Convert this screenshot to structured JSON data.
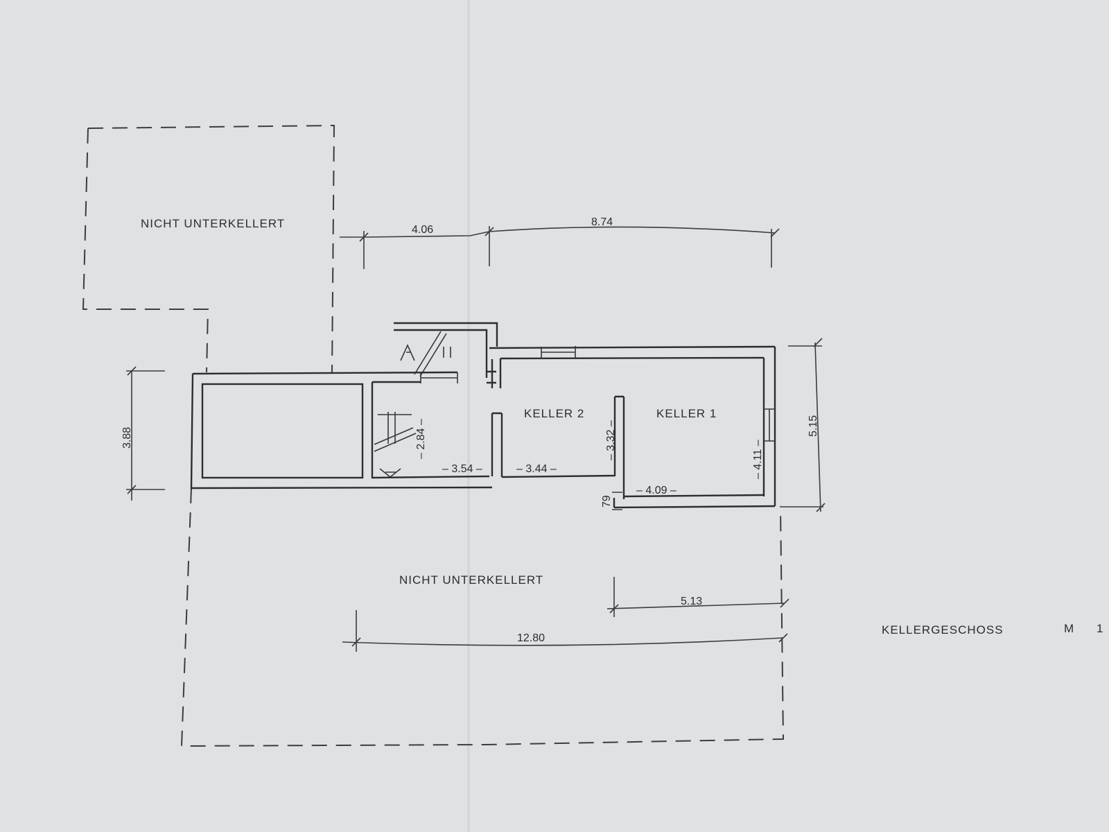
{
  "colors": {
    "paper": "#dfe1e3",
    "ink": "#2b2d30"
  },
  "labels": {
    "nicht_unterkellert_top": "NICHT UNTERKELLERT",
    "nicht_unterkellert_bottom": "NICHT UNTERKELLERT",
    "keller_2": "KELLER 2",
    "keller_1": "KELLER 1",
    "title": "KELLERGESCHOSS",
    "scale_m": "M",
    "scale_value": "1"
  },
  "dimensions": {
    "d_406": "4.06",
    "d_874": "8.74",
    "d_388": "3.88",
    "d_284": "– 2.84 –",
    "d_354": "– 3.54 –",
    "d_344": "– 3.44 –",
    "d_332": "– 3.32 –",
    "d_411": "– 4.11 –",
    "d_409": "– 4.09 –",
    "d_79": "79",
    "d_515": "5.15",
    "d_513": "5.13",
    "d_1280": "12.80"
  }
}
